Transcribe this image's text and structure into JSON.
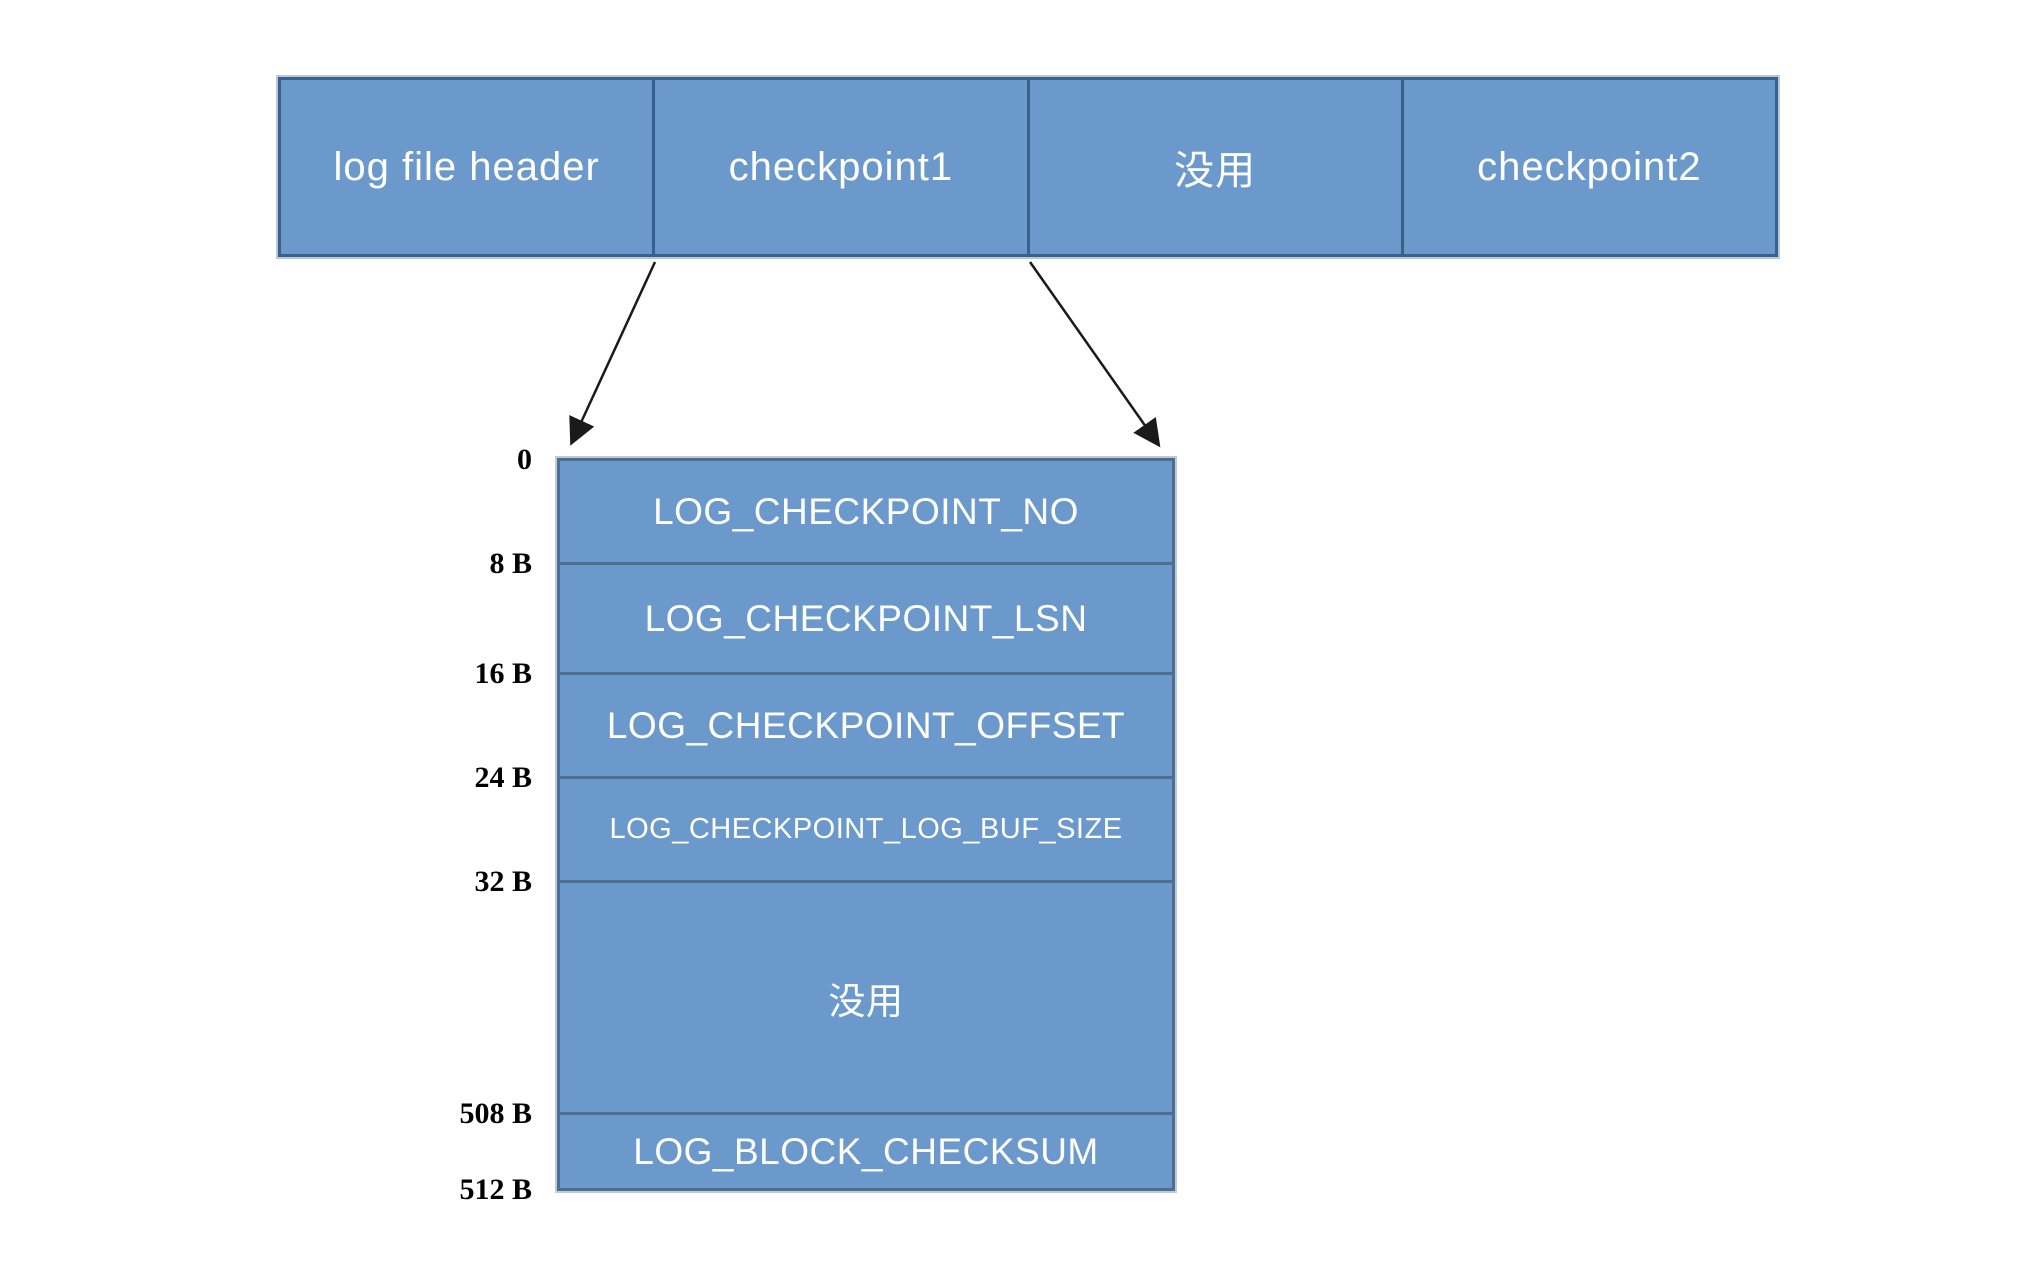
{
  "diagram": {
    "title_hint": "redo log file structure",
    "top_bar": {
      "segments": [
        {
          "label": "log file header"
        },
        {
          "label": "checkpoint1"
        },
        {
          "label": "没用"
        },
        {
          "label": "checkpoint2"
        }
      ]
    },
    "checkpoint_block": {
      "rows": [
        {
          "label": "LOG_CHECKPOINT_NO",
          "offset": "0"
        },
        {
          "label": "LOG_CHECKPOINT_LSN",
          "offset": "8 B"
        },
        {
          "label": "LOG_CHECKPOINT_OFFSET",
          "offset": "16 B"
        },
        {
          "label": "LOG_CHECKPOINT_LOG_BUF_SIZE",
          "offset": "24 B"
        },
        {
          "label": "没用",
          "offset": "32 B"
        },
        {
          "label": "LOG_BLOCK_CHECKSUM",
          "offset": "508 B"
        }
      ],
      "end_offset": "512 B"
    },
    "colors": {
      "box_fill": "#6B99CC",
      "bar_border": "#3A608C",
      "block_border": "#4E6D8F",
      "box_text": "#FFFFFF",
      "offset_text": "#000000",
      "arrow": "#1A1A1A"
    }
  }
}
